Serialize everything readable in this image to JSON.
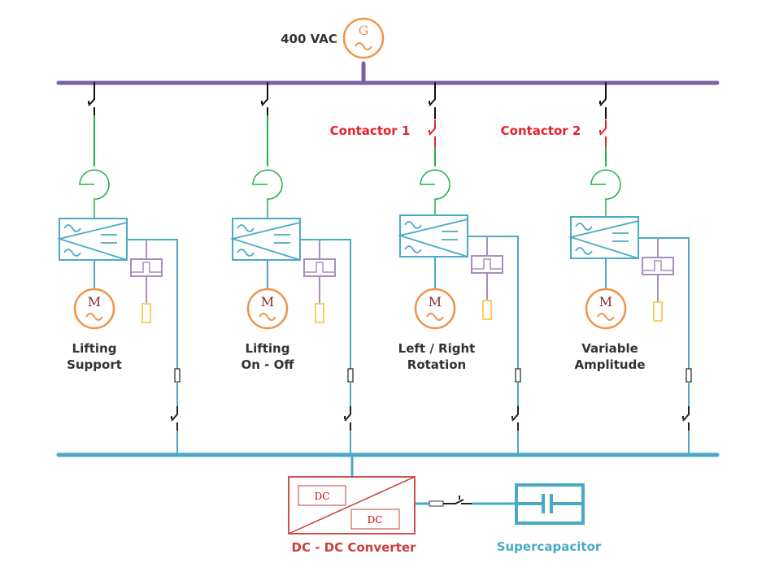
{
  "generator": {
    "voltage_label": "400 VAC",
    "symbol": "G"
  },
  "branches": [
    {
      "label": "Lifting\nSupport",
      "contactor": ""
    },
    {
      "label": "Lifting\nOn - Off",
      "contactor": ""
    },
    {
      "label": "Left / Right\nRotation",
      "contactor": "Contactor 1"
    },
    {
      "label": "Variable\nAmplitude",
      "contactor": "Contactor 2"
    }
  ],
  "motor_symbol": "M",
  "converter": {
    "label": "DC - DC Converter",
    "side_a": "DC",
    "side_b": "DC"
  },
  "storage": {
    "label": "Supercapacitor"
  },
  "colors": {
    "ac_bus": "#7b62a3",
    "dc_bus": "#4aaac6",
    "contactor": "#e8202a",
    "feeder": "#22b04a",
    "motor": "#f0944a",
    "filter": "#a88fc0",
    "resistor": "#f8d060",
    "converter": "#c8403c"
  }
}
